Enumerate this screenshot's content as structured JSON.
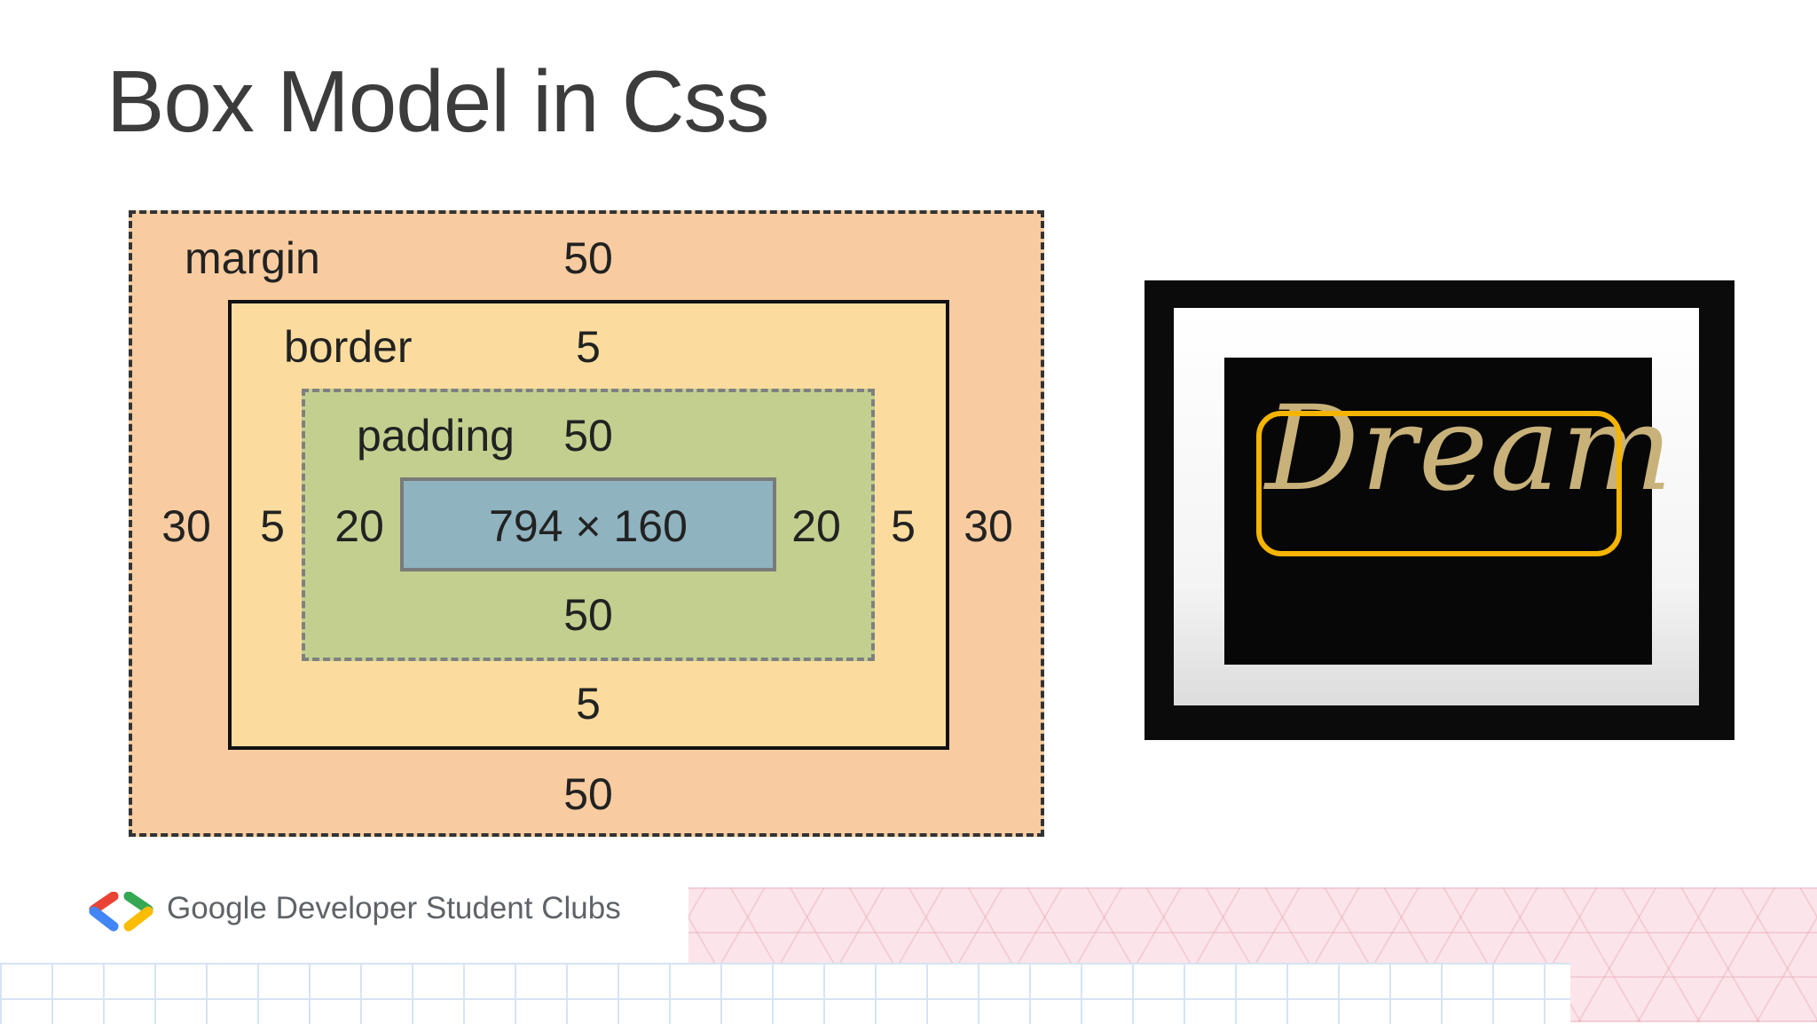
{
  "slide": {
    "title": "Box Model in Css"
  },
  "box_model": {
    "margin": {
      "label": "margin",
      "top": "50",
      "bottom": "50",
      "left": "30",
      "right": "30"
    },
    "border": {
      "label": "border",
      "top": "5",
      "bottom": "5",
      "left": "5",
      "right": "5"
    },
    "padding": {
      "label": "padding",
      "top": "50",
      "bottom": "50",
      "left": "20",
      "right": "20"
    },
    "content": {
      "size": "794 × 160"
    },
    "colors": {
      "margin": "#f8cca0",
      "border": "#fbdc9e",
      "padding": "#c3cf8f",
      "content": "#8fb3bf"
    }
  },
  "picture": {
    "script_text": "Dream",
    "highlight_color": "#f4b400"
  },
  "footer": {
    "brand": "Google Developer Student Clubs",
    "logo_colors": [
      "#ea4335",
      "#4285f4",
      "#34a853",
      "#fbbc04"
    ]
  }
}
